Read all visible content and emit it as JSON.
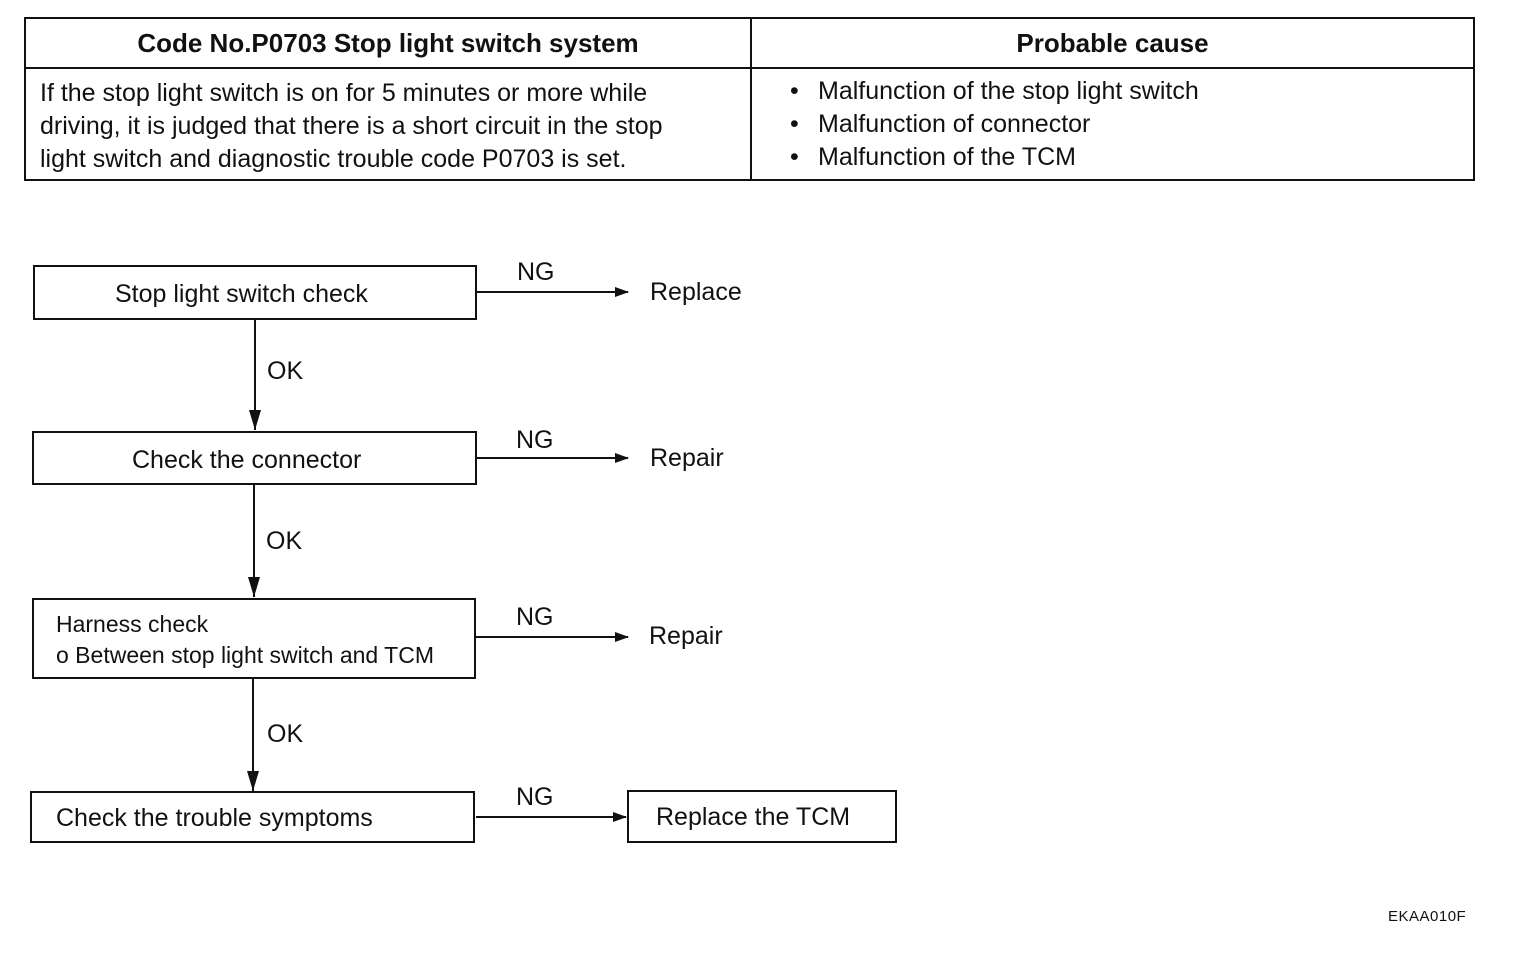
{
  "table": {
    "header_left": "Code No.P0703 Stop light switch system",
    "header_right": "Probable cause",
    "description_lines": [
      "If the stop light switch is on for 5 minutes or more while",
      "driving, it is judged that there is a short circuit in the stop",
      "light switch and diagnostic trouble code P0703 is set."
    ],
    "causes": [
      "Malfunction of the stop light switch",
      "Malfunction of connector",
      "Malfunction of the TCM"
    ]
  },
  "flow": {
    "steps": [
      {
        "label": "Stop light switch check",
        "ng_result": "Replace"
      },
      {
        "label": "Check the connector",
        "ng_result": "Repair"
      },
      {
        "label_line1": "Harness check",
        "label_line2": "o Between stop light switch and  TCM",
        "ng_result": "Repair"
      },
      {
        "label": "Check the trouble symptoms",
        "ng_result": "Replace the TCM"
      }
    ],
    "ng_label": "NG",
    "ok_label": "OK"
  },
  "figure_id": "EKAA010F"
}
